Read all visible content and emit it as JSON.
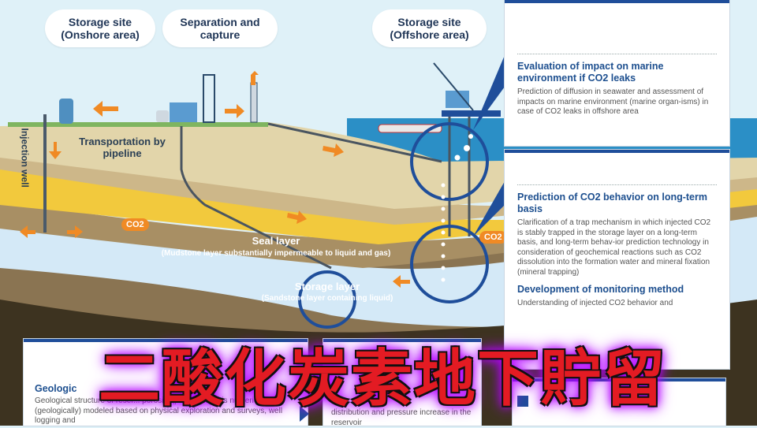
{
  "pills": {
    "onshore": "Storage site\n(Onshore area)",
    "separation": "Separation and\ncapture",
    "offshore": "Storage site\n(Offshore area)"
  },
  "labels": {
    "transport": "Transportation by\npipeline",
    "injection_well": "Injection well",
    "co2_left": "CO2",
    "co2_right": "CO2",
    "seal_title": "Seal layer",
    "seal_sub": "(Mudstone layer substantially impermeable to liquid and gas)",
    "storage_title": "Storage layer",
    "storage_sub": "(Sandstone layer containing liquid)"
  },
  "cards": {
    "marine_title": "Evaluation of impact on marine environment if CO2 leaks",
    "marine_body": "Prediction of diffusion in seawater and assessment of impacts on marine environment (marine organ-isms) in case of CO2 leaks in offshore area",
    "behavior_title": "Prediction of CO2 behavior on long-term basis",
    "behavior_body": "Clarification of a trap mechanism in which injected CO2 is stably trapped in the storage layer on a long-term basis, and long-term behav-ior prediction technology in consideration of geochemical reactions such as CO2 dissolution into the formation water and mineral fixation (mineral trapping)",
    "monitor_title": "Development of monitoring method",
    "monitor_body": "Understanding of injected CO2 behavior and",
    "geo_title": "Geologic",
    "geo_body": "Geological structure of reser... porosity (permeability) is numerically (geologically) modeled based on physical exploration and surveys, well logging and",
    "mid_body": "distribution and pressure increase in the reservoir"
  },
  "headline": "二酸化炭素地下貯留",
  "colors": {
    "sky": "#dff1f8",
    "sea": "#2b8fc6",
    "navy": "#1f4e9a",
    "orange": "#f08a24",
    "headline_red": "#e31b23",
    "headline_glow": "#b400ff"
  }
}
